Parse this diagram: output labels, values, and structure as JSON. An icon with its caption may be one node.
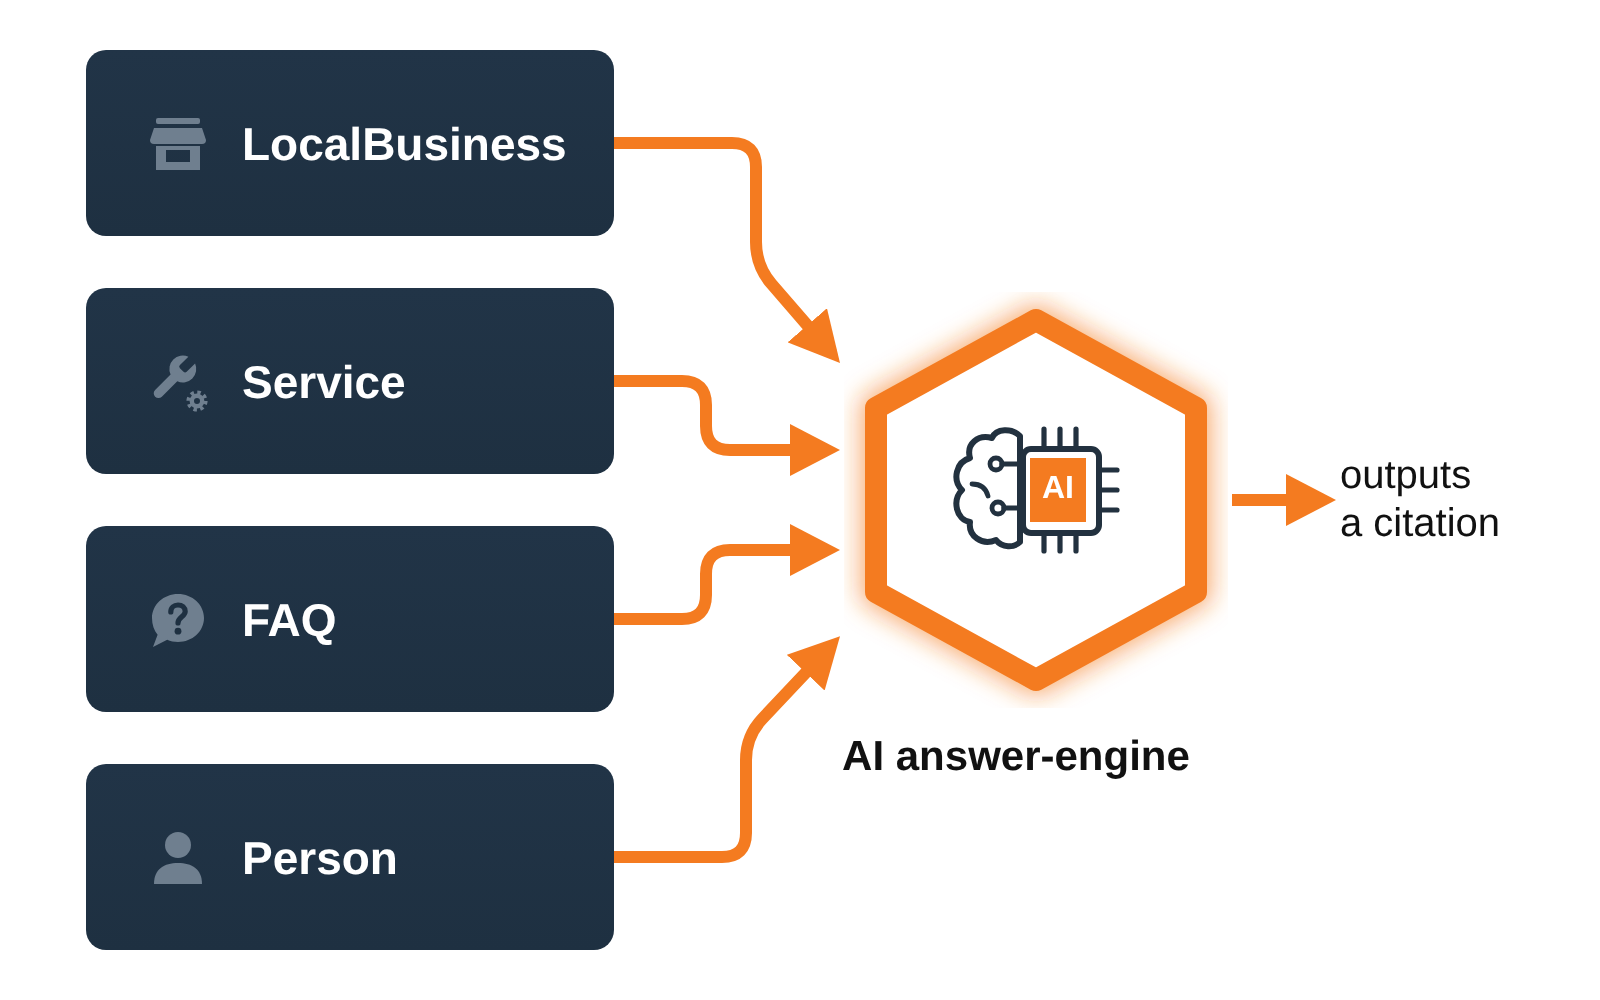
{
  "diagram": {
    "nodes": [
      {
        "text": [
          "LocalBusiness"
        ]
      },
      {
        "text": [
          "Service"
        ]
      },
      {
        "text": [
          "FAQ"
        ]
      },
      {
        "text": [
          "Person"
        ]
      },
      {
        "text": [
          "AI"
        ],
        "beside": [
          "AI answer-engine"
        ]
      },
      {
        "text": [
          "outputs a citation"
        ]
      }
    ],
    "edges": [
      {
        "from": 0,
        "to": 4,
        "arrow": "to"
      },
      {
        "from": 1,
        "to": 4,
        "arrow": "to"
      },
      {
        "from": 2,
        "to": 4,
        "arrow": "to"
      },
      {
        "from": 3,
        "to": 4,
        "arrow": "to"
      },
      {
        "from": 4,
        "to": 5,
        "arrow": "to"
      }
    ]
  }
}
